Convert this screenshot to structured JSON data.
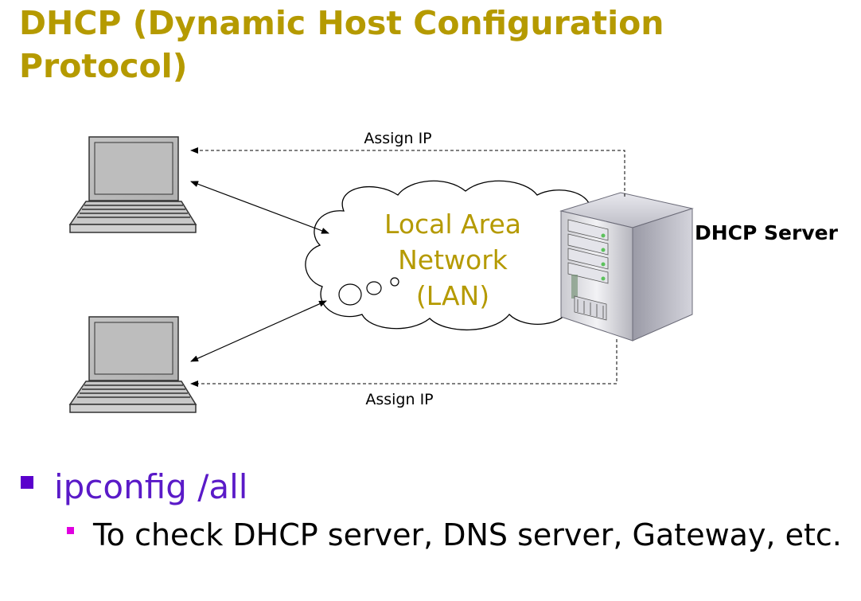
{
  "slide": {
    "title_line1": "DHCP (Dynamic Host Configuration",
    "title_line2": "Protocol)",
    "title_color": "#b59a00"
  },
  "diagram": {
    "cloud_line1": "Local Area",
    "cloud_line2": "Network",
    "cloud_line3": "(LAN)",
    "cloud_text_color": "#b59a00",
    "assign_top": "Assign IP",
    "assign_bottom": "Assign IP",
    "server_label": "DHCP Server"
  },
  "bullets": {
    "level1": "ipconfig /all",
    "level1_color": "#5a1ac8",
    "level2": "To check DHCP server, DNS server, Gateway, etc.",
    "level2_bullet_color": "#e000e0"
  }
}
